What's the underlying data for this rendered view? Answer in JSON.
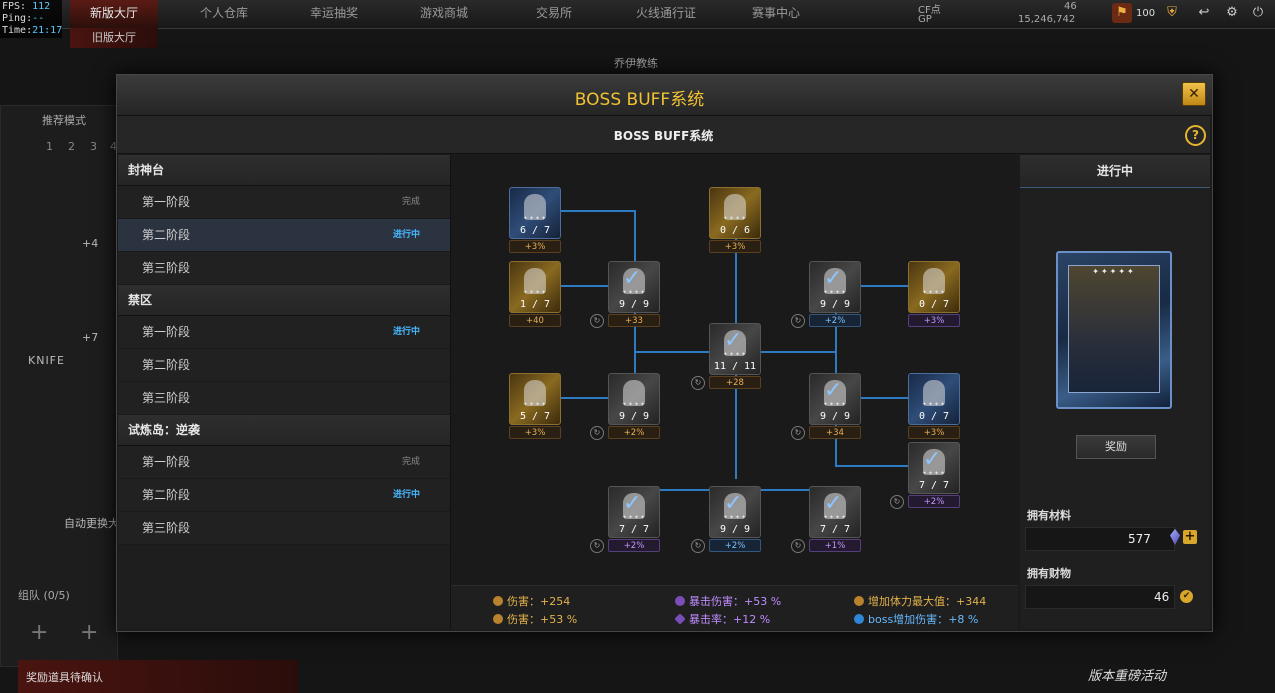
{
  "hud": {
    "fps_label": "FPS:",
    "fps_value": "112",
    "ping_label": "Ping:",
    "ping_value": "--",
    "time_label": "Time:",
    "time_value": "21:17",
    "nav": [
      "新版大厅",
      "个人仓库",
      "幸运抽奖",
      "游戏商城",
      "交易所",
      "火线通行证",
      "赛事中心"
    ],
    "old_hall": "旧版大厅",
    "cf_label": "CF点",
    "cf_value": "46",
    "gp_label": "GP",
    "gp_value": "15,246,742",
    "level": "100",
    "under_title": "乔伊教练"
  },
  "background": {
    "recommend_mode": "推荐模式",
    "page_nums": [
      "1",
      "2",
      "3",
      "4"
    ],
    "knife": "KNIFE",
    "auto_change": "自动更换大",
    "team": "组队 (0/5)",
    "footer_left": "奖励道具待确认",
    "footer_right": "版本重磅活动",
    "plus_four": "+4",
    "plus_seven": "+7"
  },
  "modal": {
    "title": "BOSS BUFF系统",
    "subtitle": "BOSS BUFF系统",
    "close": "✕",
    "help": "?"
  },
  "categories": [
    {
      "name": "封神台",
      "stages": [
        {
          "label": "第一阶段",
          "status": "完成",
          "state": "done"
        },
        {
          "label": "第二阶段",
          "status": "进行中",
          "state": "run"
        },
        {
          "label": "第三阶段",
          "status": "",
          "state": ""
        }
      ]
    },
    {
      "name": "禁区",
      "stages": [
        {
          "label": "第一阶段",
          "status": "进行中",
          "state": "run"
        },
        {
          "label": "第二阶段",
          "status": "",
          "state": ""
        },
        {
          "label": "第三阶段",
          "status": "",
          "state": ""
        }
      ]
    },
    {
      "name": "试炼岛：逆袭",
      "stages": [
        {
          "label": "第一阶段",
          "status": "完成",
          "state": "done"
        },
        {
          "label": "第二阶段",
          "status": "进行中",
          "state": "run"
        },
        {
          "label": "第三阶段",
          "status": "",
          "state": ""
        }
      ]
    }
  ],
  "nodes": [
    {
      "id": "a",
      "style": "blue",
      "count": "6 / 7",
      "bonus": "+3%",
      "btype": "gold",
      "check": false
    },
    {
      "id": "b",
      "style": "gold",
      "count": "0 / 6",
      "bonus": "+3%",
      "btype": "gold",
      "check": false
    },
    {
      "id": "c",
      "style": "gold",
      "count": "1 / 7",
      "bonus": "+40",
      "btype": "gold",
      "check": false
    },
    {
      "id": "d",
      "style": "dark",
      "count": "9 / 9",
      "bonus": "+33",
      "btype": "gold",
      "check": true
    },
    {
      "id": "e",
      "style": "dark",
      "count": "9 / 9",
      "bonus": "+2%",
      "btype": "bluet",
      "check": true
    },
    {
      "id": "f",
      "style": "gold",
      "count": "0 / 7",
      "bonus": "+3%",
      "btype": "purple",
      "check": false
    },
    {
      "id": "g",
      "style": "dark",
      "count": "11 / 11",
      "bonus": "+28",
      "btype": "gold",
      "check": true
    },
    {
      "id": "h",
      "style": "gold",
      "count": "5 / 7",
      "bonus": "+3%",
      "btype": "gold",
      "check": false
    },
    {
      "id": "i",
      "style": "dark",
      "count": "9 / 9",
      "bonus": "+2%",
      "btype": "gold",
      "check": false
    },
    {
      "id": "j",
      "style": "dark",
      "count": "9 / 9",
      "bonus": "+34",
      "btype": "gold",
      "check": true
    },
    {
      "id": "k",
      "style": "blue",
      "count": "0 / 7",
      "bonus": "+3%",
      "btype": "gold",
      "check": false
    },
    {
      "id": "l",
      "style": "dark",
      "count": "7 / 7",
      "bonus": "+2%",
      "btype": "purple",
      "check": true
    },
    {
      "id": "m",
      "style": "dark",
      "count": "7 / 7",
      "bonus": "+2%",
      "btype": "purple",
      "check": true
    },
    {
      "id": "n",
      "style": "dark",
      "count": "9 / 9",
      "bonus": "+2%",
      "btype": "bluet",
      "check": true
    },
    {
      "id": "o",
      "style": "dark",
      "count": "7 / 7",
      "bonus": "+1%",
      "btype": "purple",
      "check": true
    }
  ],
  "summary": [
    {
      "label": "伤害：",
      "value": "+254",
      "color": "gold"
    },
    {
      "label": "伤害：",
      "value": "+53 %",
      "color": "gold"
    },
    {
      "label": "暴击伤害：",
      "value": "+53 %",
      "color": "purple"
    },
    {
      "label": "暴击率：",
      "value": "+12 %",
      "color": "purple"
    },
    {
      "label": "增加体力最大值：",
      "value": "+344",
      "color": "gold"
    },
    {
      "label": "boss增加伤害：",
      "value": "+8 %",
      "color": "blue"
    }
  ],
  "right": {
    "title": "进行中",
    "reward_button": "奖励",
    "materials_label": "拥有材料",
    "materials_value": "577",
    "wealth_label": "拥有财物",
    "wealth_value": "46"
  },
  "colors": {
    "accent_gold": "#f1c232",
    "running_blue": "#47b7ff",
    "link_line": "#2f86d6"
  }
}
